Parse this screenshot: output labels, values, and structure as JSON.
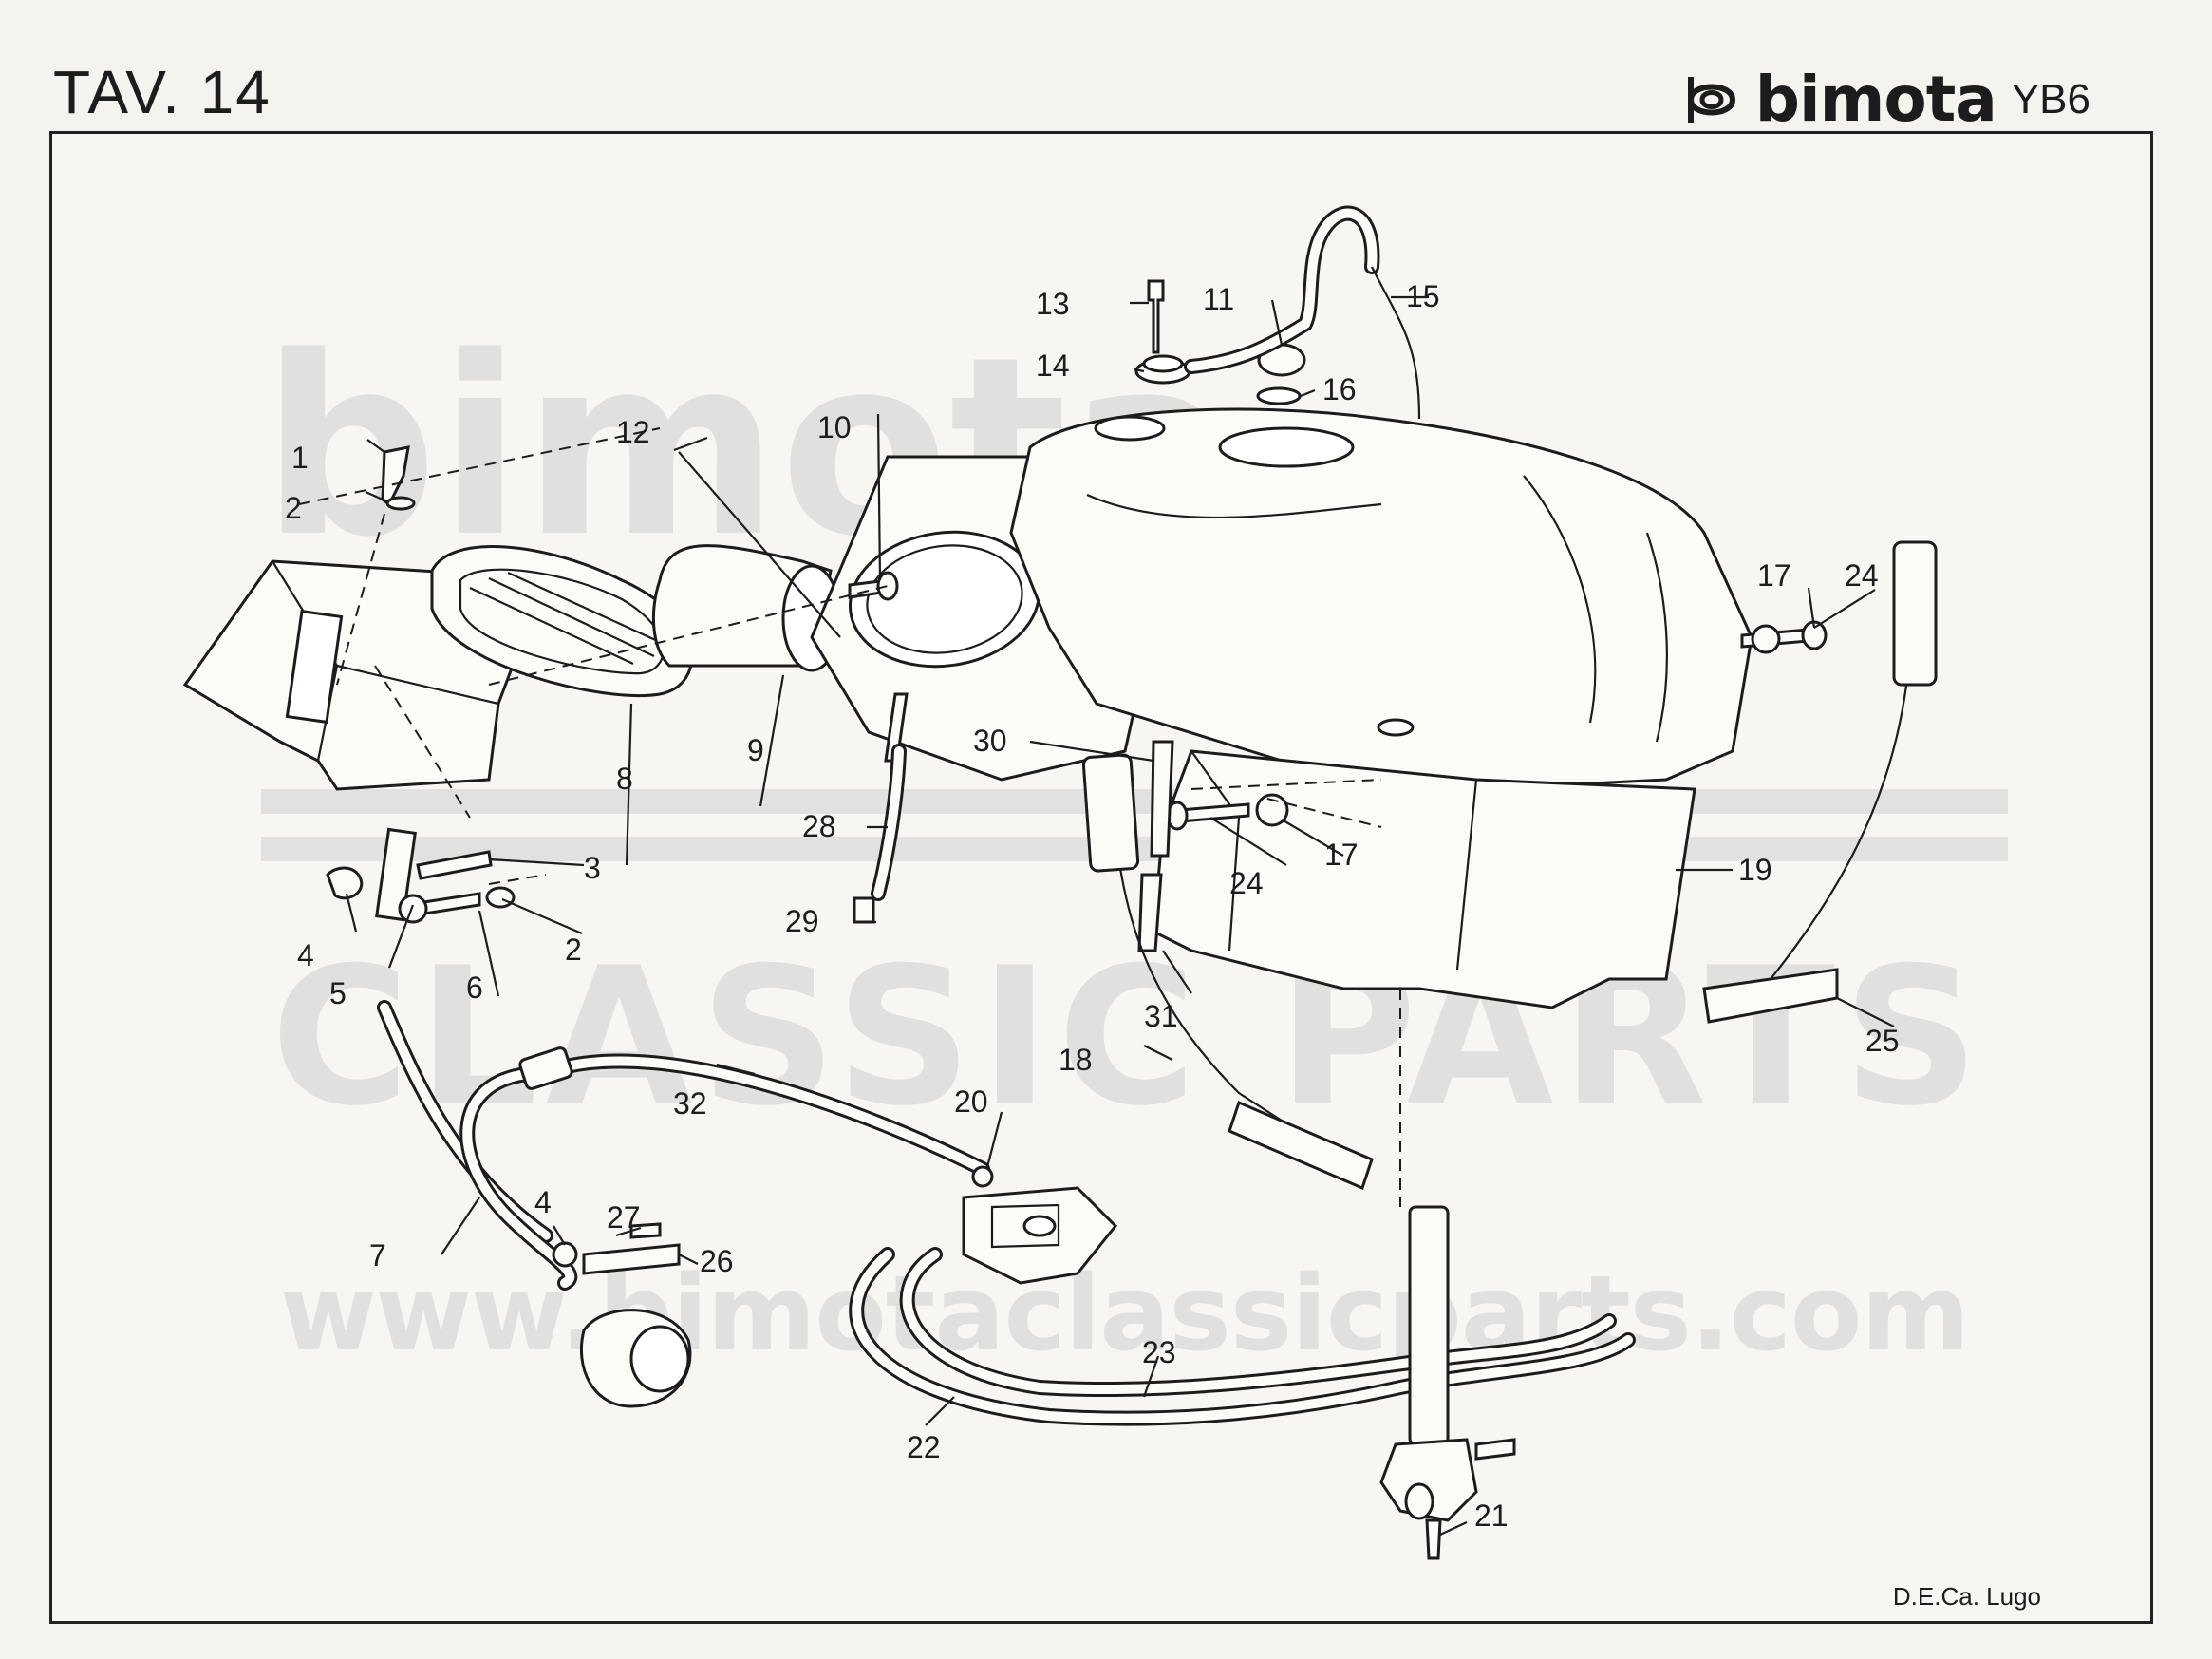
{
  "header": {
    "title": "TAV. 14",
    "brand_name": "bimota",
    "brand_model": "YB6"
  },
  "watermark": {
    "logo_text": "bimota",
    "main_text": "CLASSIC PARTS",
    "url_text": "www.bimotaclassicparts.com"
  },
  "footer": {
    "credit": "D.E.Ca. Lugo"
  },
  "callouts": [
    {
      "id": "c1",
      "label": "1"
    },
    {
      "id": "c2a",
      "label": "2"
    },
    {
      "id": "c12",
      "label": "12"
    },
    {
      "id": "c10",
      "label": "10"
    },
    {
      "id": "c13",
      "label": "13"
    },
    {
      "id": "c14",
      "label": "14"
    },
    {
      "id": "c11",
      "label": "11"
    },
    {
      "id": "c15",
      "label": "15"
    },
    {
      "id": "c16",
      "label": "16"
    },
    {
      "id": "c17a",
      "label": "17"
    },
    {
      "id": "c24a",
      "label": "24"
    },
    {
      "id": "c8",
      "label": "8"
    },
    {
      "id": "c9",
      "label": "9"
    },
    {
      "id": "c30",
      "label": "30"
    },
    {
      "id": "c28",
      "label": "28"
    },
    {
      "id": "c29",
      "label": "29"
    },
    {
      "id": "c24b",
      "label": "24"
    },
    {
      "id": "c17b",
      "label": "17"
    },
    {
      "id": "c19",
      "label": "19"
    },
    {
      "id": "c3",
      "label": "3"
    },
    {
      "id": "c4a",
      "label": "4"
    },
    {
      "id": "c5",
      "label": "5"
    },
    {
      "id": "c6",
      "label": "6"
    },
    {
      "id": "c2b",
      "label": "2"
    },
    {
      "id": "c31",
      "label": "31"
    },
    {
      "id": "c18",
      "label": "18"
    },
    {
      "id": "c25",
      "label": "25"
    },
    {
      "id": "c32",
      "label": "32"
    },
    {
      "id": "c20",
      "label": "20"
    },
    {
      "id": "c27",
      "label": "27"
    },
    {
      "id": "c4b",
      "label": "4"
    },
    {
      "id": "c7",
      "label": "7"
    },
    {
      "id": "c26",
      "label": "26"
    },
    {
      "id": "c23",
      "label": "23"
    },
    {
      "id": "c22",
      "label": "22"
    },
    {
      "id": "c21",
      "label": "21"
    }
  ]
}
